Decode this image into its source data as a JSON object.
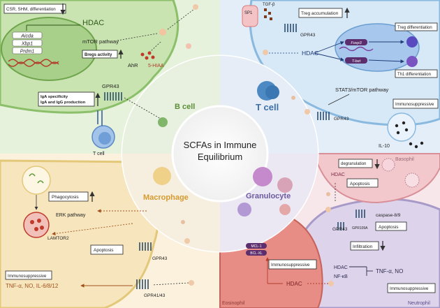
{
  "center": {
    "title_line1": "SCFAs in Immune",
    "title_line2": "Equilibrium"
  },
  "quadrants": {
    "bcell": {
      "label": "B cell"
    },
    "tcell": {
      "label": "T cell"
    },
    "macrophage": {
      "label": "Macrophage"
    },
    "granulocyte": {
      "label": "Granulocyte"
    }
  },
  "bcell_panel": {
    "csr_box": "CSR, SHM, differentiation",
    "hdac": "HDAC",
    "genes": [
      "Aicda",
      "Xbp1",
      "Prdm1"
    ],
    "mtor": "mTOR pathway",
    "bregs": "Bregs activity",
    "ahr": "AhR",
    "hiaa": "5-HIAA",
    "iga_line1": "IgA specificity",
    "iga_line2": "IgA and IgG production",
    "gpr43": "GPR43",
    "tcell": "T cell"
  },
  "tcell_panel": {
    "tgfb": "TGF-β",
    "sp1": "SP1",
    "treg_acc": "Treg accumulation",
    "gpr43_top": "GPR43",
    "hdac": "HDAC",
    "foxp3": "Foxp3",
    "tbx": "T-bet",
    "treg_diff": "Treg differentiation",
    "th1_diff": "Th1 differentiation",
    "stat3": "STAT3/mTOR pathway",
    "immuno": "Immunosuppressive",
    "gpr43_bottom": "GPR43",
    "il10": "IL-10"
  },
  "macro_panel": {
    "phago": "Phagocytosis",
    "erk": "ERK pathway",
    "lamtor": "LAMTOR2",
    "apoptosis": "Apoptosis",
    "gpr43": "GPR43",
    "immuno": "Immunosuppressive",
    "cytokines": "TNF-α, NO, IL-6/8/12",
    "gpr41": "GPR41/43"
  },
  "gran_panel": {
    "degran": "degranulation",
    "basophil": "Basophil",
    "hdac_top": "HDAC",
    "apoptosis_top": "Apoptosis",
    "caspase": "caspase-8/9",
    "gpr43": "GPR43",
    "gpr109a": "GPR109A",
    "apoptosis_mid": "Apoptosis",
    "infiltration": "Infiltration",
    "mcl1": "MCL-1",
    "bclxl": "BCL-XL",
    "immuno_left": "Immunosuppressive",
    "hdac_bottom": "HDAC",
    "hdac_right": "HDAC",
    "nfkb": "NF-κB",
    "tnf": "TNF-α, NO",
    "immuno_right": "Immunosuppressive",
    "eosinophil": "Eosinophil",
    "neutrophil": "Neutrophil"
  }
}
